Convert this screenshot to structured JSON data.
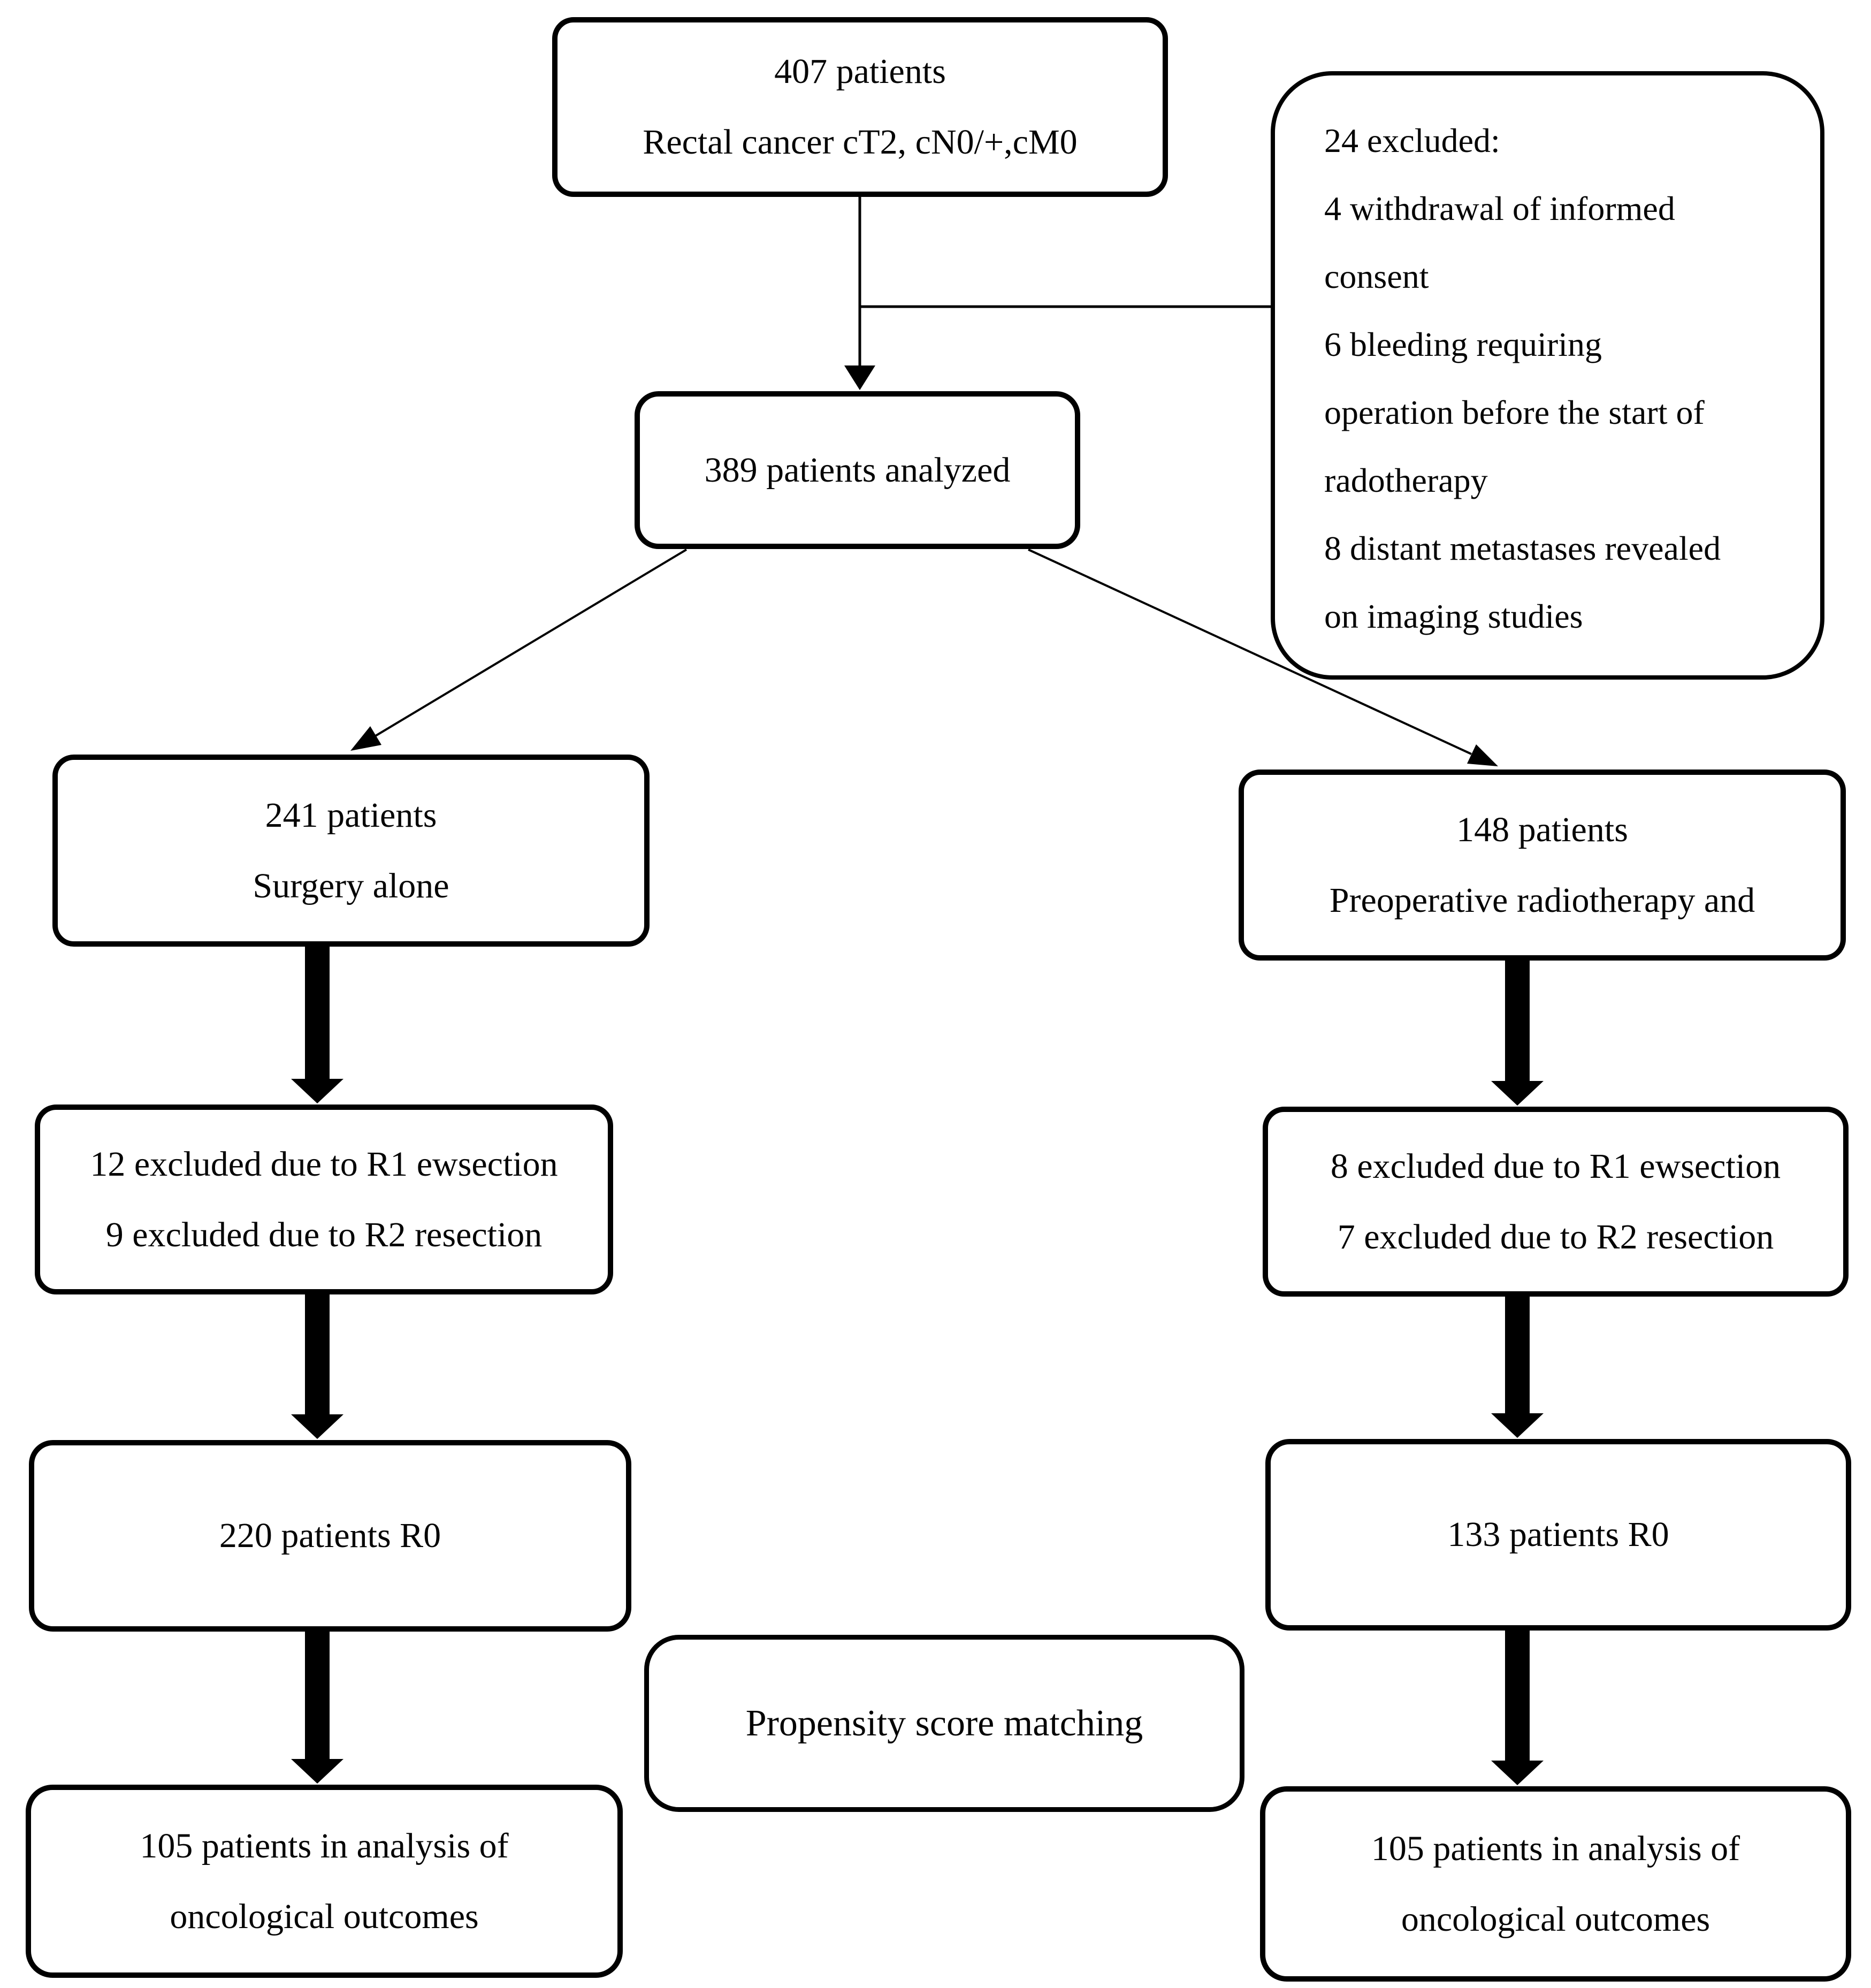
{
  "diagram": {
    "colors": {
      "ink": "#000000",
      "background": "#ffffff"
    },
    "top_box": {
      "line1": "407 patients",
      "line2": "Rectal cancer cT2, cN0/+,cM0"
    },
    "exclusion_box": {
      "lines": [
        "24 excluded:",
        "4 withdrawal of informed",
        "consent",
        "6 bleeding requiring",
        "operation before the start of",
        "radotherapy",
        "8 distant metastases revealed",
        "on imaging studies"
      ]
    },
    "analyzed_box": {
      "line1": "389 patients analyzed"
    },
    "surgery_box": {
      "line1": "241 patients",
      "line2": "Surgery alone"
    },
    "radiotherapy_box": {
      "line1": "148 patients",
      "line2": "Preoperative radiotherapy and"
    },
    "surgery_excluded_box": {
      "line1": "12 excluded due to R1 ewsection",
      "line2": "9 excluded due to R2 resection"
    },
    "radiotherapy_excluded_box": {
      "line1": "8 excluded due to R1 ewsection",
      "line2": "7 excluded due to R2 resection"
    },
    "surgery_r0_box": {
      "line1": "220 patients R0"
    },
    "radiotherapy_r0_box": {
      "line1": "133 patients R0"
    },
    "matching_box": {
      "line1": "Propensity score matching"
    },
    "surgery_outcome_box": {
      "line1": "105 patients in analysis of",
      "line2": "oncological outcomes"
    },
    "radiotherapy_outcome_box": {
      "line1": "105 patients in analysis of",
      "line2": "oncological outcomes"
    }
  }
}
